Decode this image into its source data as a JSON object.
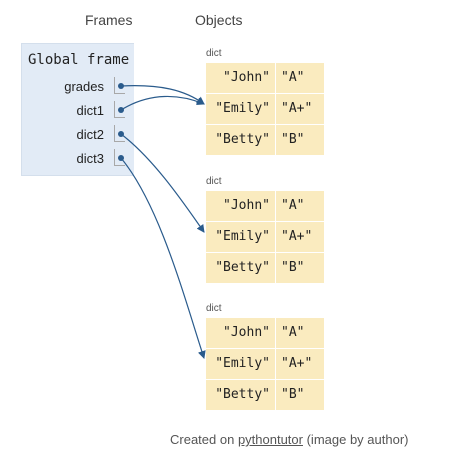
{
  "headers": {
    "frames": "Frames",
    "objects": "Objects"
  },
  "global_frame": {
    "title": "Global frame",
    "variables": [
      {
        "name": "grades",
        "points_to": 0
      },
      {
        "name": "dict1",
        "points_to": 0
      },
      {
        "name": "dict2",
        "points_to": 1
      },
      {
        "name": "dict3",
        "points_to": 2
      }
    ]
  },
  "objects": [
    {
      "type_label": "dict",
      "entries": [
        {
          "key": "\"John\"",
          "value": "\"A\""
        },
        {
          "key": "\"Emily\"",
          "value": "\"A+\""
        },
        {
          "key": "\"Betty\"",
          "value": "\"B\""
        }
      ]
    },
    {
      "type_label": "dict",
      "entries": [
        {
          "key": "\"John\"",
          "value": "\"A\""
        },
        {
          "key": "\"Emily\"",
          "value": "\"A+\""
        },
        {
          "key": "\"Betty\"",
          "value": "\"B\""
        }
      ]
    },
    {
      "type_label": "dict",
      "entries": [
        {
          "key": "\"John\"",
          "value": "\"A\""
        },
        {
          "key": "\"Emily\"",
          "value": "\"A+\""
        },
        {
          "key": "\"Betty\"",
          "value": "\"B\""
        }
      ]
    }
  ],
  "caption": {
    "prefix": "Created on ",
    "link": "pythontutor",
    "suffix": " (image by author)"
  },
  "colors": {
    "frame_bg": "#e2ebf6",
    "cell_bg": "#faebbf",
    "arrow": "#2a5b8c"
  }
}
